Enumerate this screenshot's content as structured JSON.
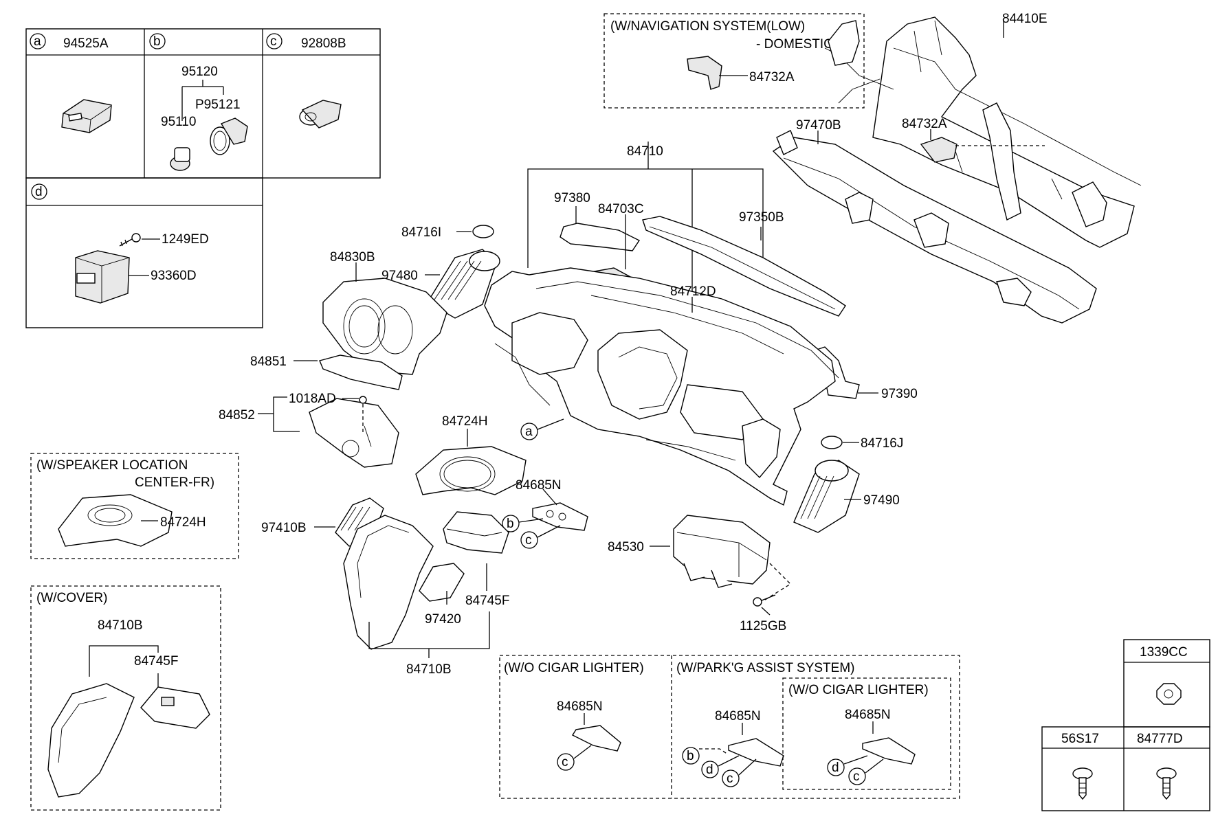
{
  "inset_boxes": {
    "a": {
      "letter": "a",
      "code": "94525A"
    },
    "b": {
      "letter": "b",
      "codes": [
        "95120",
        "P95121",
        "95110"
      ]
    },
    "c": {
      "letter": "c",
      "code": "92808B"
    },
    "d": {
      "letter": "d",
      "codes": [
        "1249ED",
        "93360D"
      ]
    }
  },
  "variant_boxes": {
    "navigation": {
      "title_line1": "(W/NAVIGATION SYSTEM(LOW)",
      "title_line2": "- DOMESTIC)",
      "part": "84732A"
    },
    "speaker": {
      "title_line1": "(W/SPEAKER LOCATION",
      "title_line2": "CENTER-FR)",
      "part": "84724H"
    },
    "cover": {
      "title": "(W/COVER)",
      "parts": [
        "84710B",
        "84745F"
      ]
    },
    "no_cigar": {
      "title": "(W/O CIGAR LIGHTER)",
      "part": "84685N",
      "callouts": [
        "c"
      ]
    },
    "parking": {
      "title": "(W/PARK'G ASSIST SYSTEM)",
      "part": "84685N",
      "callouts": [
        "b",
        "d",
        "c"
      ]
    },
    "parking_no_cigar": {
      "title": "(W/O CIGAR LIGHTER)",
      "part": "84685N",
      "callouts": [
        "d",
        "c"
      ]
    }
  },
  "hardware_table": {
    "top": "1339CC",
    "bottom_left": "56S17",
    "bottom_right": "84777D"
  },
  "main_labels": {
    "p84410E": "84410E",
    "p84732A": "84732A",
    "p97470B": "97470B",
    "p84710": "84710",
    "p97380": "97380",
    "p84703C": "84703C",
    "p97350B": "97350B",
    "p84716I": "84716I",
    "p84830B": "84830B",
    "p97480": "97480",
    "p84712D": "84712D",
    "p84851": "84851",
    "p1018AD": "1018AD",
    "p84852": "84852",
    "p97390": "97390",
    "p84724H": "84724H",
    "p84716J": "84716J",
    "p84685N": "84685N",
    "p97490": "97490",
    "p97410B": "97410B",
    "p84530": "84530",
    "p84745F": "84745F",
    "p97420": "97420",
    "p1125GB": "1125GB",
    "p84710B": "84710B"
  },
  "main_callouts": {
    "a": "a",
    "b": "b",
    "c": "c"
  }
}
